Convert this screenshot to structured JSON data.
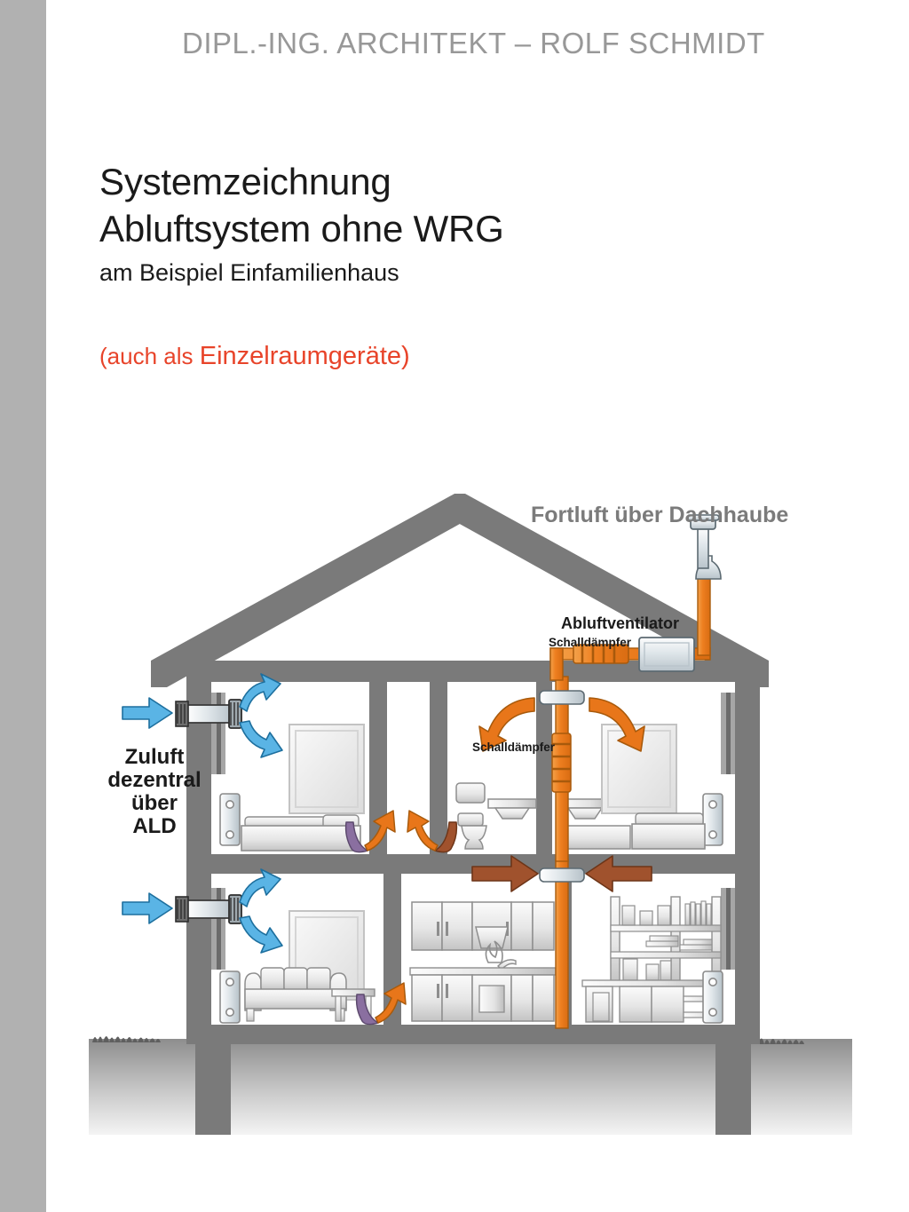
{
  "document": {
    "header": "DIPL.-ING. ARCHITEKT – ROLF SCHMIDT",
    "title_line_1": "Systemzeichnung",
    "title_line_2": "Abluftsystem ohne WRG",
    "subtitle": "am Beispiel Einfamilienhaus",
    "note_prefix": "(auch als ",
    "note_emphasis": "Einzelraumgeräte)"
  },
  "colors": {
    "header_gray": "#989898",
    "title_black": "#1a1a1a",
    "note_red": "#e8442a",
    "sidebar_gray": "#b1b1b1",
    "wall_gray": "#7a7a7a",
    "duct_orange": "#ee7f20",
    "supply_blue": "#5ab4e5",
    "exhaust_arrow_orange": "#e8761a",
    "overflow_arrow_brown": "#a0522d",
    "overflow_arrow_purple": "#8a6fa0",
    "metal_light": "#e9edf0",
    "metal_mid": "#c9d2d8"
  },
  "diagram": {
    "labels": {
      "roof_exhaust": "Fortluft über Dachhaube",
      "exhaust_fan": "Abluftventilator",
      "silencer_top": "Schalldämpfer",
      "silencer_shaft": "Schalldämpfer",
      "supply_air": [
        "Zuluft",
        "dezentral",
        "über",
        "ALD"
      ]
    },
    "elements": {
      "roof_cowl": "dachhaube",
      "fan_unit": "abluftventilator",
      "silencer_duct": "schalldaempfer",
      "ald_device": "aussenluftdurchlass",
      "vertical_shaft": "abluftschacht"
    }
  }
}
